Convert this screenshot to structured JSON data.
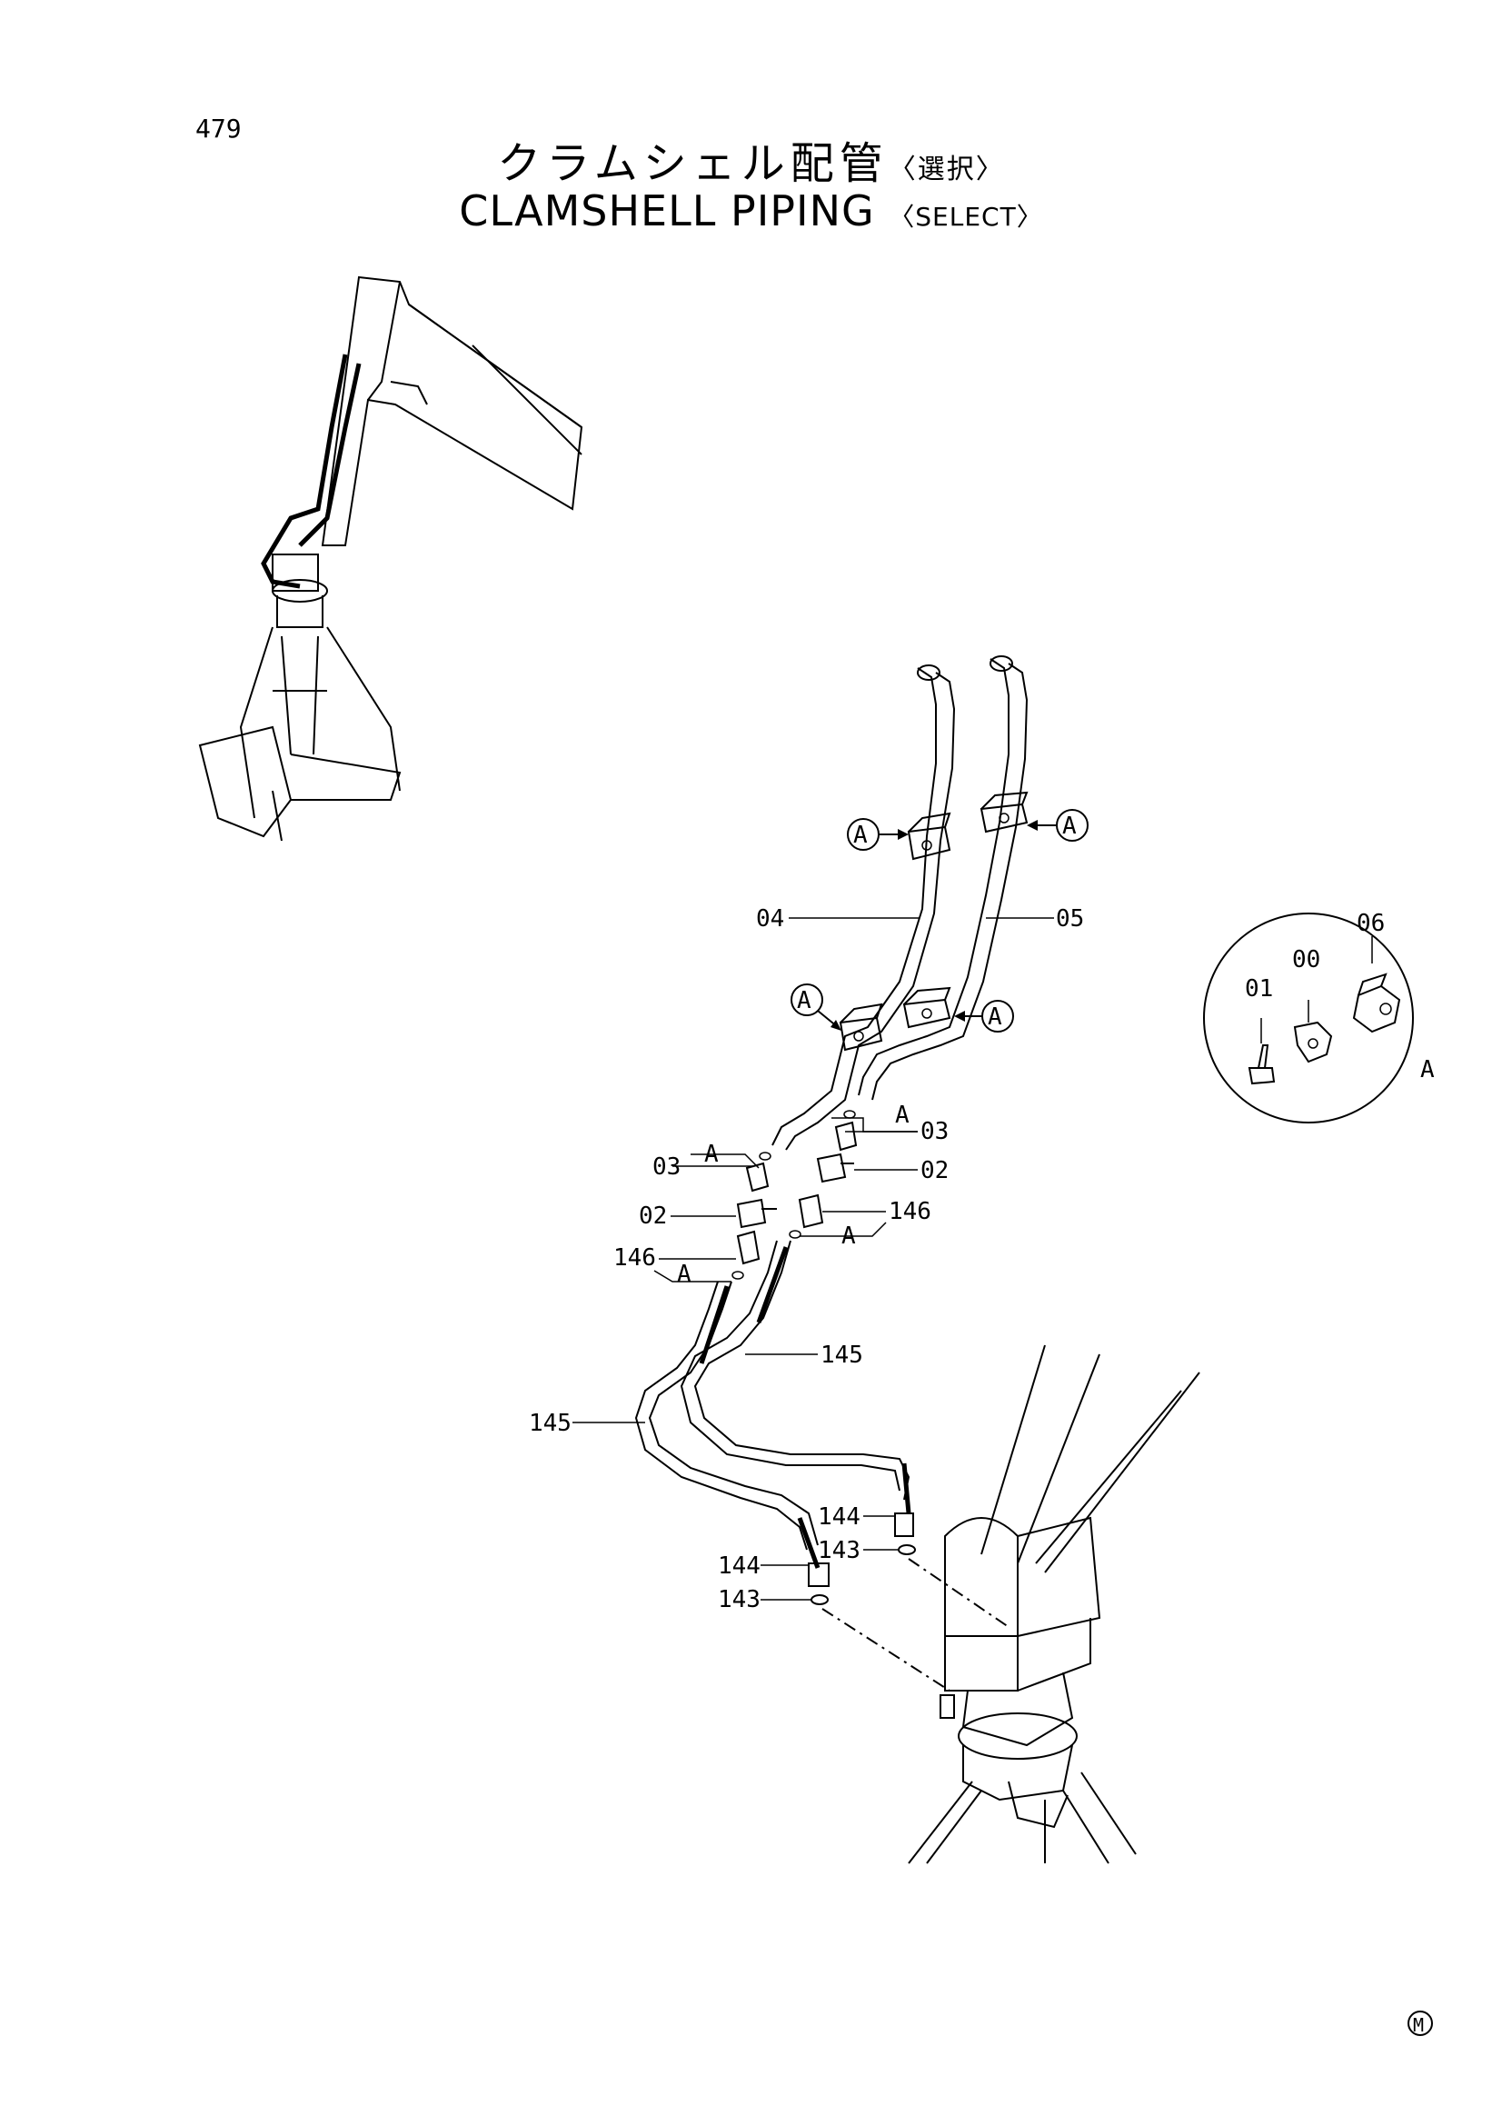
{
  "header": {
    "page_number": "479",
    "title_jp": "クラムシェル配管",
    "title_jp_select": "〈選択〉",
    "title_en": "CLAMSHELL PIPING",
    "title_en_select": "〈SELECT〉"
  },
  "detail": {
    "view_letter": "A",
    "labels": {
      "p06": "06",
      "p00": "00",
      "p01": "01"
    }
  },
  "callouts": {
    "p04": "04",
    "p05": "05",
    "p03_left": "03",
    "p03_right": "03",
    "p02_left": "02",
    "p02_right": "02",
    "p146_left": "146",
    "p146_right": "146",
    "p145_left": "145",
    "p145_right": "145",
    "p144_left": "144",
    "p144_right": "144",
    "p143_left": "143",
    "p143_right": "143",
    "view_a_1": "A",
    "view_a_2": "A",
    "view_a_3": "A",
    "view_a_4": "A",
    "group_a_1": "A",
    "group_a_2": "A",
    "group_a_3": "A",
    "group_a_4": "A"
  },
  "footer": {
    "mark": "M"
  }
}
